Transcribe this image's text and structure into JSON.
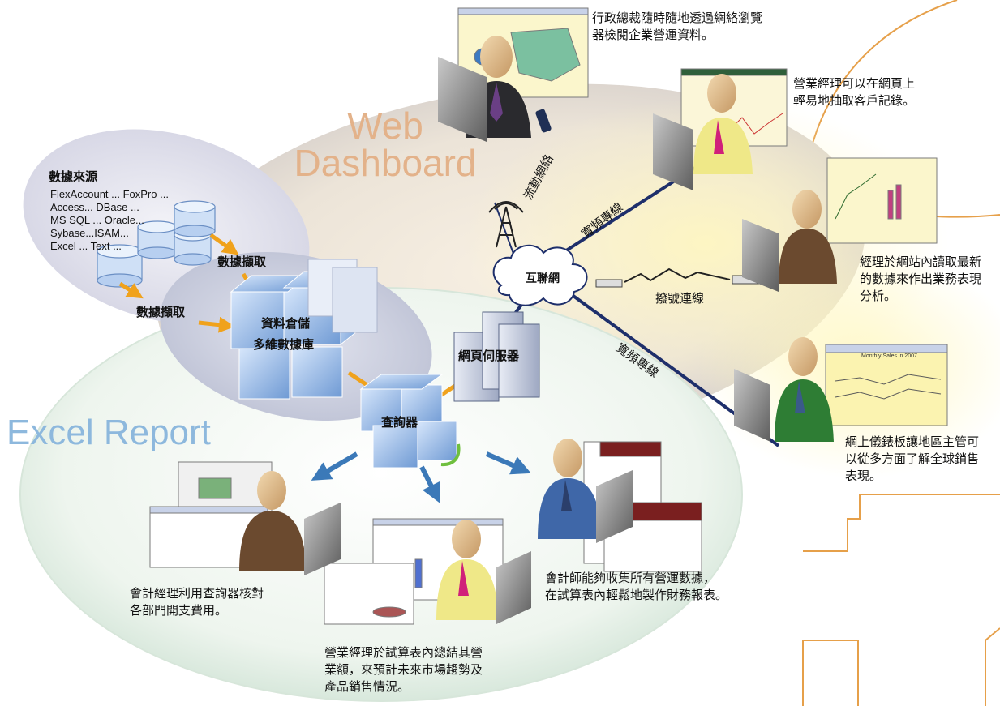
{
  "colors": {
    "web_title": "#e3b28a",
    "excel_title": "#8db8dd",
    "link_line": "#1e2f6b",
    "arrow": "#f0a21c",
    "arrow_green": "#6fbf3e",
    "arrow_blue": "#3b79b8",
    "cube": "#7fa9dc",
    "orange_frame": "#e6a04a"
  },
  "titles": {
    "web": "Web\nDashboard",
    "excel": "Excel Report"
  },
  "data_source": {
    "title": "數據來源",
    "lines": [
      "FlexAccount ... FoxPro ...",
      "Access... DBase ...",
      "MS SQL ... Oracle...",
      "Sybase...ISAM...",
      "Excel ... Text ..."
    ]
  },
  "labels": {
    "extract_1": "數據擷取",
    "extract_2": "數據擷取",
    "warehouse_line1": "資料倉儲",
    "warehouse_line2": "多維數據庫",
    "query": "查詢器",
    "web_server": "網頁伺服器",
    "internet": "互聯網",
    "mobile": "流動網絡",
    "broadband_1": "寬頻專線",
    "broadband_2": "寬頻專線",
    "dialup": "撥號連線"
  },
  "descriptions": {
    "executive": "行政總裁隨時隨地透過網絡瀏覽\n器檢閱企業營運資料。",
    "sales_manager_web": "營業經理可以在網頁上\n輕易地抽取客戶記錄。",
    "manager_site": "經理於網站內讀取最新\n的數據來作出業務表現\n分析。",
    "dashboard": "網上儀錶板讓地區主管可\n以從多方面了解全球銷售\n表現。",
    "accounting_manager": "會計經理利用查詢器核對\n各部門開支費用。",
    "sales_manager_excel": "營業經理於試算表內總結其營\n業額，來預計未來市場趨勢及\n產品銷售情況。",
    "accountant": "會計師能夠收集所有營運數據，\n在試算表內輕鬆地製作財務報表。"
  },
  "screens": {
    "dashboard_chart_title": "Monthly Sales in 2007"
  },
  "icons": [
    "person-icon",
    "monitor-icon",
    "database-icon",
    "server-icon",
    "cube-icon",
    "cloud-icon",
    "antenna-icon",
    "modem-icon",
    "mobile-phone-icon",
    "spreadsheet-icon"
  ]
}
